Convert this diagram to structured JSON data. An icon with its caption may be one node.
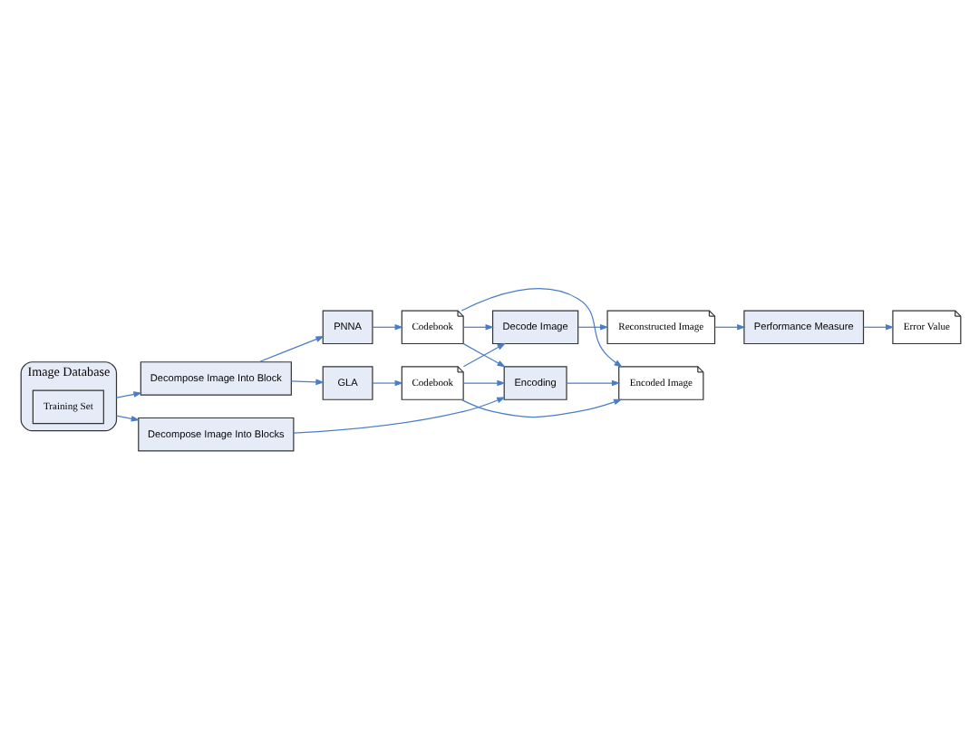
{
  "diagram": {
    "nodes": [
      {
        "text": [
          "Image Database"
        ]
      },
      {
        "text": [
          "Training Set"
        ],
        "in": 0
      },
      {
        "text": [
          "Decompose Image Into Block"
        ]
      },
      {
        "text": [
          "Decompose Image Into Blocks"
        ]
      },
      {
        "text": [
          "GLA"
        ]
      },
      {
        "text": [
          "PNNA"
        ]
      },
      {
        "text": [
          "Codebook"
        ]
      },
      {
        "text": [
          "Codebook"
        ]
      },
      {
        "text": [
          "Encoding"
        ]
      },
      {
        "text": [
          "Encoded Image"
        ]
      },
      {
        "text": [
          "Decode Image"
        ]
      },
      {
        "text": [
          "Reconstructed Image"
        ]
      },
      {
        "text": [
          "Performance Measure"
        ]
      },
      {
        "text": [
          "Error Value"
        ]
      }
    ],
    "edges": [
      {
        "from": 0,
        "to": 2,
        "arrow": "to"
      },
      {
        "from": 0,
        "to": 3,
        "arrow": "to"
      },
      {
        "from": 2,
        "to": 4,
        "arrow": "to"
      },
      {
        "from": 2,
        "to": 5,
        "arrow": "to"
      },
      {
        "from": 4,
        "to": 6,
        "arrow": "to"
      },
      {
        "from": 5,
        "to": 7,
        "arrow": "to"
      },
      {
        "from": 6,
        "to": 8,
        "arrow": "to"
      },
      {
        "from": 7,
        "to": 8,
        "arrow": "to"
      },
      {
        "from": 3,
        "to": 8,
        "arrow": "to"
      },
      {
        "from": 6,
        "to": 10,
        "arrow": "to"
      },
      {
        "from": 6,
        "to": 9,
        "arrow": "to"
      },
      {
        "from": 8,
        "to": 9,
        "arrow": "to"
      },
      {
        "from": 7,
        "to": 9,
        "arrow": "to"
      },
      {
        "from": 7,
        "to": 10,
        "arrow": "to"
      },
      {
        "from": 10,
        "to": 11,
        "arrow": "to"
      },
      {
        "from": 11,
        "to": 12,
        "arrow": "to"
      },
      {
        "from": 12,
        "to": 13,
        "arrow": "to"
      }
    ]
  }
}
